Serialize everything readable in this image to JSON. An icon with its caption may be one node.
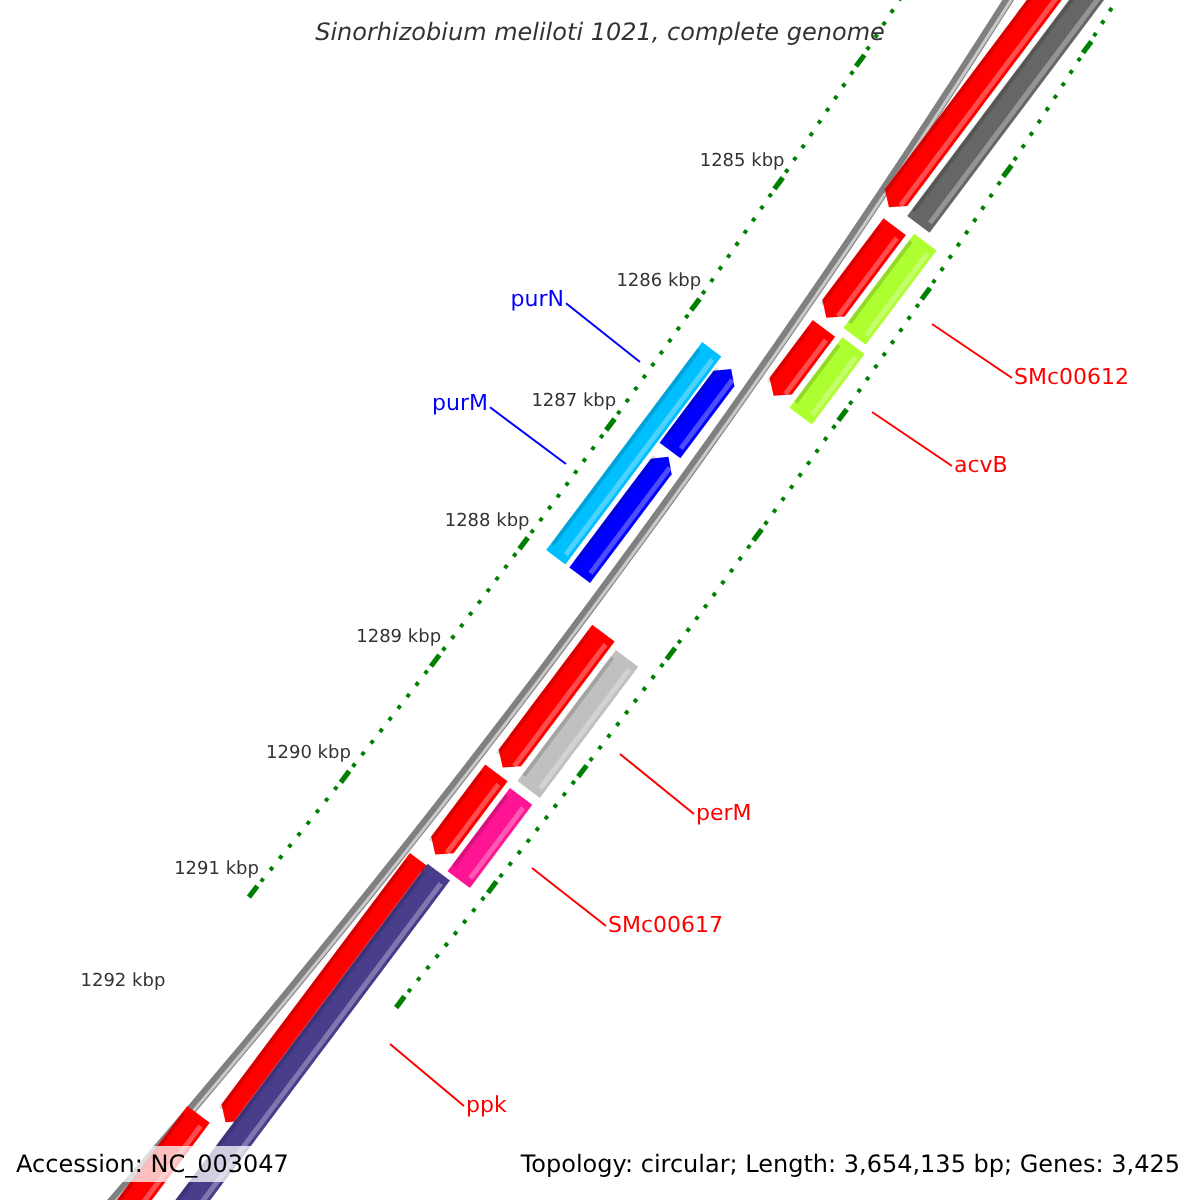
{
  "diagram": {
    "title": "Sinorhizobium meliloti 1021, complete genome",
    "nodes": [
      {
        "text": [
          "purN"
        ]
      },
      {
        "text": [
          "purM"
        ]
      },
      {
        "text": [
          "SMc00612"
        ]
      },
      {
        "text": [
          "acvB"
        ]
      },
      {
        "text": [
          "perM"
        ]
      },
      {
        "text": [
          "SMc00617"
        ]
      },
      {
        "text": [
          "ppk"
        ]
      }
    ],
    "edges": [
      {
        "from": 0,
        "to": null,
        "arrow": "none",
        "color": "#0000ff"
      },
      {
        "from": 1,
        "to": null,
        "arrow": "none",
        "color": "#0000ff"
      },
      {
        "from": 2,
        "to": null,
        "arrow": "none"
      },
      {
        "from": 3,
        "to": null,
        "arrow": "none"
      },
      {
        "from": 4,
        "to": null,
        "arrow": "none"
      },
      {
        "from": 5,
        "to": null,
        "arrow": "none"
      },
      {
        "from": 6,
        "to": null,
        "arrow": "none"
      }
    ],
    "labels": [
      "1285 kbp",
      "1286 kbp",
      "1287 kbp",
      "1288 kbp",
      "1289 kbp",
      "1290 kbp",
      "1291 kbp",
      "1292 kbp",
      "Accession: NC_003047",
      "Topology: circular; Length: 3,654,135 bp; Genes: 3,425"
    ]
  }
}
